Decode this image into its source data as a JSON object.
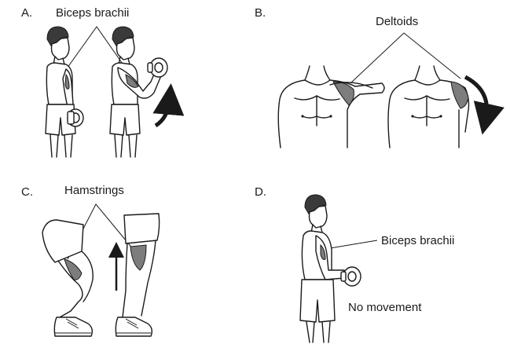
{
  "panels": [
    {
      "letter": "A.",
      "label": "Biceps brachii"
    },
    {
      "letter": "B.",
      "label": "Deltoids"
    },
    {
      "letter": "C.",
      "label": "Hamstrings"
    },
    {
      "letter": "D.",
      "label": "Biceps brachii",
      "note": "No movement"
    }
  ],
  "colors": {
    "ink": "#1a1a1a",
    "muscle": "#7d7d7d",
    "background": "#ffffff"
  }
}
